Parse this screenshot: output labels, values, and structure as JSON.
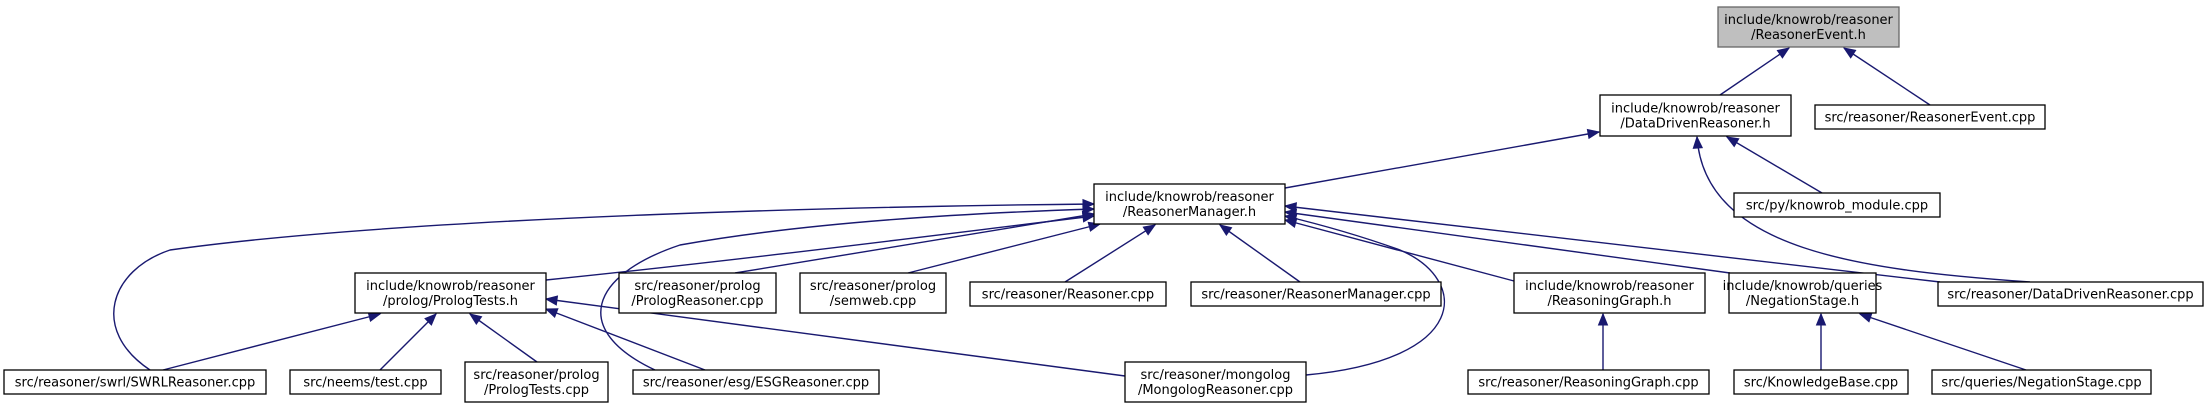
{
  "nodes": [
    {
      "id": "n_root",
      "lines": [
        "include/knowrob/reasoner",
        "/ReasonerEvent.h"
      ],
      "highlight": true
    },
    {
      "id": "n_ddr_h",
      "lines": [
        "include/knowrob/reasoner",
        "/DataDrivenReasoner.h"
      ]
    },
    {
      "id": "n_re_cpp",
      "lines": [
        "src/reasoner/ReasonerEvent.cpp"
      ]
    },
    {
      "id": "n_rm_h",
      "lines": [
        "include/knowrob/reasoner",
        "/ReasonerManager.h"
      ]
    },
    {
      "id": "n_py",
      "lines": [
        "src/py/knowrob_module.cpp"
      ]
    },
    {
      "id": "n_ddr_cpp",
      "lines": [
        "src/reasoner/DataDrivenReasoner.cpp"
      ]
    },
    {
      "id": "n_pt_h",
      "lines": [
        "include/knowrob/reasoner",
        "/prolog/PrologTests.h"
      ]
    },
    {
      "id": "n_pr_cpp",
      "lines": [
        "src/reasoner/prolog",
        "/PrologReasoner.cpp"
      ]
    },
    {
      "id": "n_sw_cpp",
      "lines": [
        "src/reasoner/prolog",
        "/semweb.cpp"
      ]
    },
    {
      "id": "n_r_cpp",
      "lines": [
        "src/reasoner/Reasoner.cpp"
      ]
    },
    {
      "id": "n_rmgr_cpp",
      "lines": [
        "src/reasoner/ReasonerManager.cpp"
      ]
    },
    {
      "id": "n_rg_h",
      "lines": [
        "include/knowrob/reasoner",
        "/ReasoningGraph.h"
      ]
    },
    {
      "id": "n_ns_h",
      "lines": [
        "include/knowrob/queries",
        "/NegationStage.h"
      ]
    },
    {
      "id": "n_swrl",
      "lines": [
        "src/reasoner/swrl/SWRLReasoner.cpp"
      ]
    },
    {
      "id": "n_neems",
      "lines": [
        "src/neems/test.cpp"
      ]
    },
    {
      "id": "n_pt_cpp",
      "lines": [
        "src/reasoner/prolog",
        "/PrologTests.cpp"
      ]
    },
    {
      "id": "n_esg",
      "lines": [
        "src/reasoner/esg/ESGReasoner.cpp"
      ]
    },
    {
      "id": "n_mongo",
      "lines": [
        "src/reasoner/mongolog",
        "/MongologReasoner.cpp"
      ]
    },
    {
      "id": "n_rg_cpp",
      "lines": [
        "src/reasoner/ReasoningGraph.cpp"
      ]
    },
    {
      "id": "n_kb",
      "lines": [
        "src/KnowledgeBase.cpp"
      ]
    },
    {
      "id": "n_ns_cpp",
      "lines": [
        "src/queries/NegationStage.cpp"
      ]
    }
  ],
  "edges": [
    {
      "from": "n_ddr_h",
      "to": "n_root"
    },
    {
      "from": "n_re_cpp",
      "to": "n_root"
    },
    {
      "from": "n_rm_h",
      "to": "n_ddr_h"
    },
    {
      "from": "n_py",
      "to": "n_ddr_h"
    },
    {
      "from": "n_ddr_cpp",
      "to": "n_ddr_h"
    },
    {
      "from": "n_pt_h",
      "to": "n_rm_h"
    },
    {
      "from": "n_swrl",
      "to": "n_rm_h"
    },
    {
      "from": "n_esg",
      "to": "n_rm_h"
    },
    {
      "from": "n_pr_cpp",
      "to": "n_rm_h"
    },
    {
      "from": "n_sw_cpp",
      "to": "n_rm_h"
    },
    {
      "from": "n_r_cpp",
      "to": "n_rm_h"
    },
    {
      "from": "n_rmgr_cpp",
      "to": "n_rm_h"
    },
    {
      "from": "n_mongo",
      "to": "n_rm_h"
    },
    {
      "from": "n_rg_h",
      "to": "n_rm_h"
    },
    {
      "from": "n_ns_h",
      "to": "n_rm_h"
    },
    {
      "from": "n_ddr_cpp",
      "to": "n_rm_h"
    },
    {
      "from": "n_swrl",
      "to": "n_pt_h"
    },
    {
      "from": "n_neems",
      "to": "n_pt_h"
    },
    {
      "from": "n_pt_cpp",
      "to": "n_pt_h"
    },
    {
      "from": "n_esg",
      "to": "n_pt_h"
    },
    {
      "from": "n_mongo",
      "to": "n_pt_h"
    },
    {
      "from": "n_rg_cpp",
      "to": "n_rg_h"
    },
    {
      "from": "n_kb",
      "to": "n_ns_h"
    },
    {
      "from": "n_ns_cpp",
      "to": "n_ns_h"
    }
  ]
}
